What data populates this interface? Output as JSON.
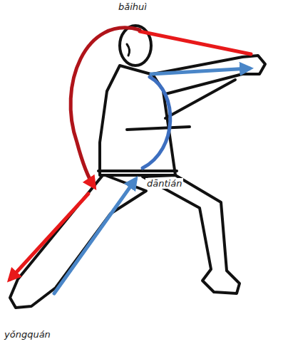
{
  "diagram": {
    "labels": [
      "bǎihuì",
      "dāntián",
      "yǒngquán"
    ]
  }
}
